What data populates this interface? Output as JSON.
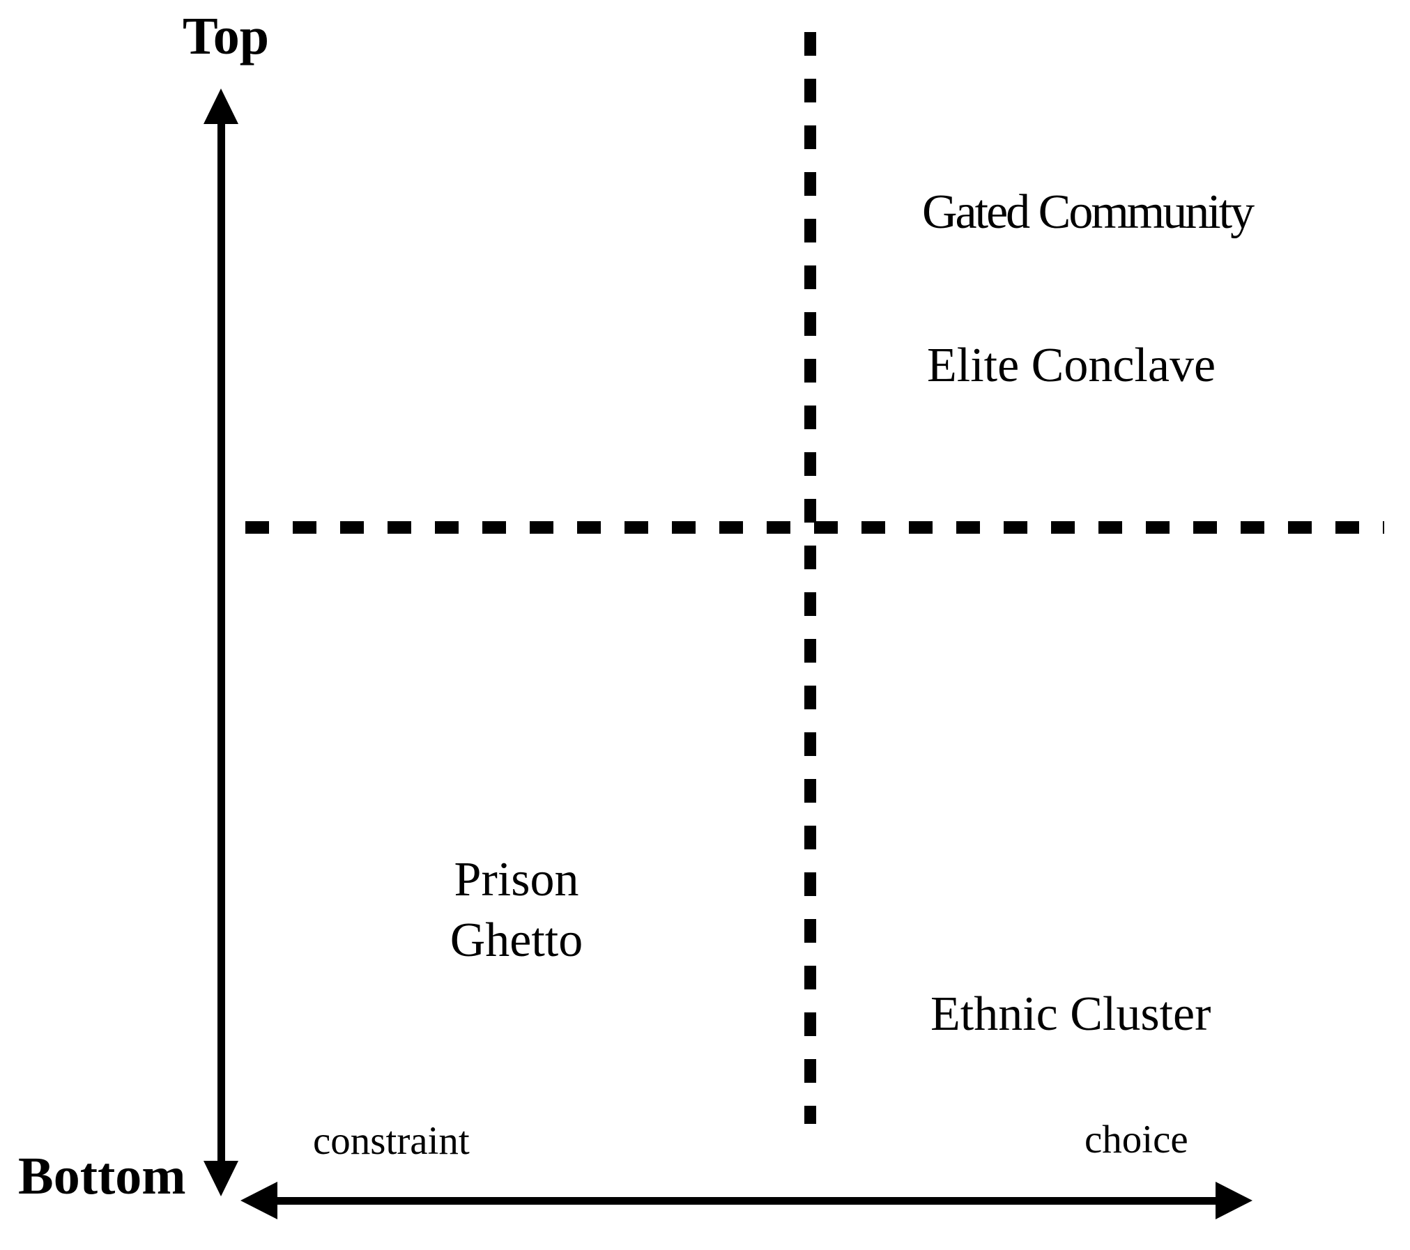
{
  "figure": {
    "type": "2x2-quadrant-diagram",
    "vertical_axis": {
      "top": "Top",
      "bottom": "Bottom"
    },
    "horizontal_axis": {
      "left": "constraint",
      "right": "choice"
    },
    "quadrant_labels": {
      "top_left": [],
      "top_right": [
        "Gated Community",
        "Elite Conclave"
      ],
      "bottom_left": [
        "Prison",
        "Ghetto"
      ],
      "bottom_right": [
        "Ethnic Cluster"
      ]
    },
    "colors": {
      "ink": "#000000",
      "background": "#ffffff"
    }
  }
}
